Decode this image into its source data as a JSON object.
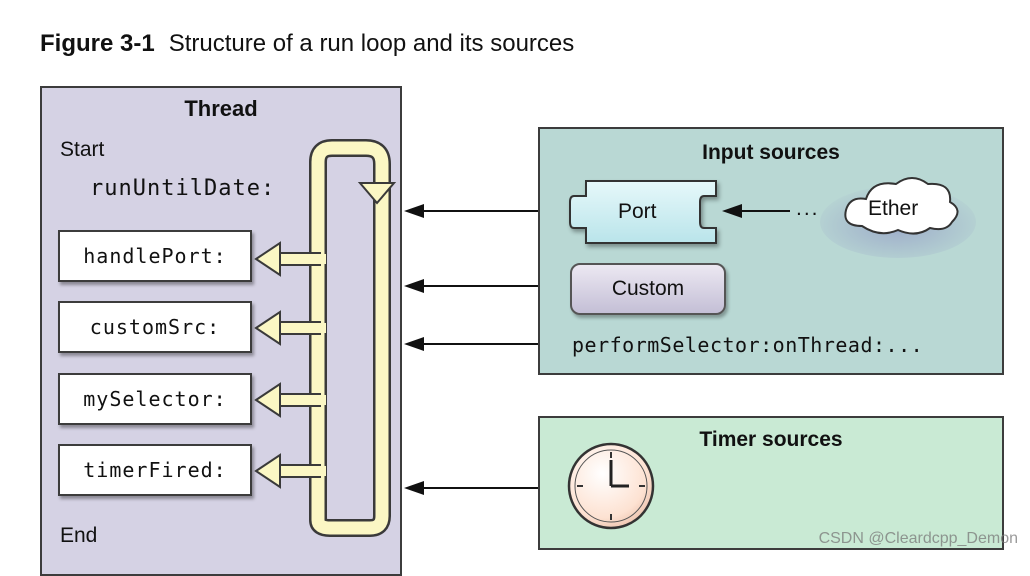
{
  "figure": {
    "number": "Figure 3-1",
    "title": "Structure of a run loop and its sources"
  },
  "thread": {
    "title": "Thread",
    "start_label": "Start",
    "run_method": "runUntilDate:",
    "handlers": [
      "handlePort:",
      "customSrc:",
      "mySelector:",
      "timerFired:"
    ],
    "end_label": "End"
  },
  "input_sources": {
    "title": "Input sources",
    "port_label": "Port",
    "ether_label": "Ether",
    "ellipsis": "...",
    "custom_label": "Custom",
    "perform_selector": "performSelector:onThread:..."
  },
  "timer_sources": {
    "title": "Timer sources",
    "icon": "clock-icon"
  },
  "watermark": "CSDN @Cleardcpp_Demon",
  "colors": {
    "thread_bg": "#d5d2e4",
    "input_bg": "#b9d8d4",
    "timer_bg": "#c9ead4",
    "loop_fill": "#fbf7c4",
    "port_fill": "#cdeef2"
  }
}
